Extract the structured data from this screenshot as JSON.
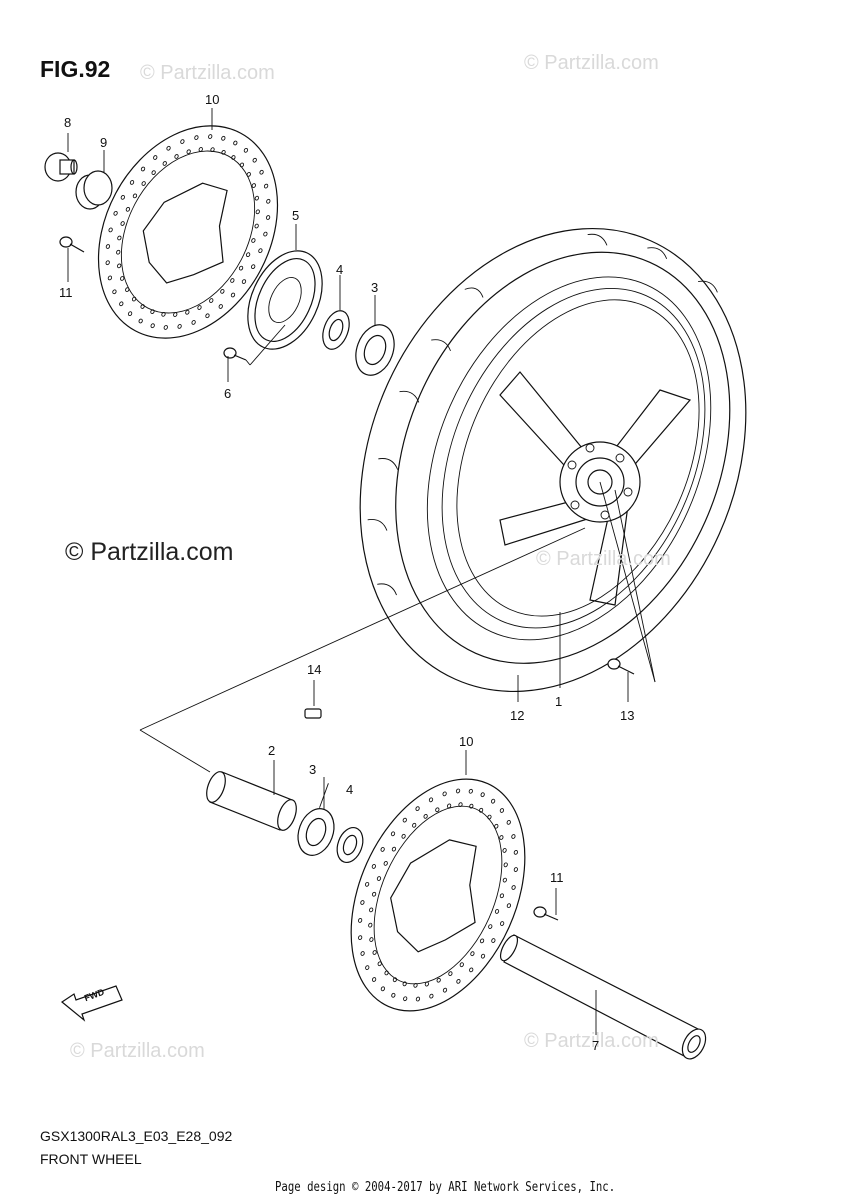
{
  "figure": {
    "title": "FIG.92",
    "code": "GSX1300RAL3_E03_E28_092",
    "caption": "FRONT WHEEL",
    "footer": "Page design © 2004-2017 by ARI Network Services, Inc.",
    "watermark_main": "© Partzilla.com",
    "watermark_faint": "© Partzilla.com",
    "fwd_label": "FWD"
  },
  "callouts": [
    {
      "id": "c1",
      "label": "1"
    },
    {
      "id": "c2",
      "label": "2"
    },
    {
      "id": "c3a",
      "label": "3"
    },
    {
      "id": "c3b",
      "label": "3"
    },
    {
      "id": "c4a",
      "label": "4"
    },
    {
      "id": "c4b",
      "label": "4"
    },
    {
      "id": "c5",
      "label": "5"
    },
    {
      "id": "c6",
      "label": "6"
    },
    {
      "id": "c7",
      "label": "7"
    },
    {
      "id": "c8",
      "label": "8"
    },
    {
      "id": "c9",
      "label": "9"
    },
    {
      "id": "c10a",
      "label": "10"
    },
    {
      "id": "c10b",
      "label": "10"
    },
    {
      "id": "c11a",
      "label": "11"
    },
    {
      "id": "c11b",
      "label": "11"
    },
    {
      "id": "c12",
      "label": "12"
    },
    {
      "id": "c13",
      "label": "13"
    },
    {
      "id": "c14",
      "label": "14"
    }
  ]
}
